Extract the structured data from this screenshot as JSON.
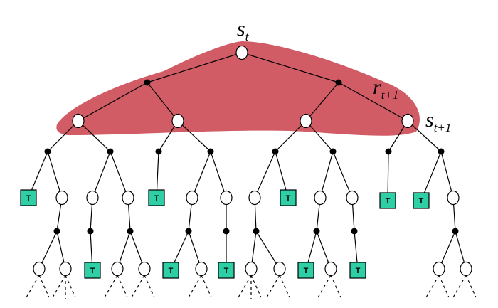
{
  "colors": {
    "highlight": "#d25c66",
    "terminal_fill": "#2ecfa5",
    "line": "#000000"
  },
  "labels": {
    "root_state": {
      "main": "s",
      "sub": "t"
    },
    "reward": {
      "main": "r",
      "sub": "t+1"
    },
    "next_state": {
      "main": "s",
      "sub": "t+1"
    },
    "terminal": "T"
  }
}
